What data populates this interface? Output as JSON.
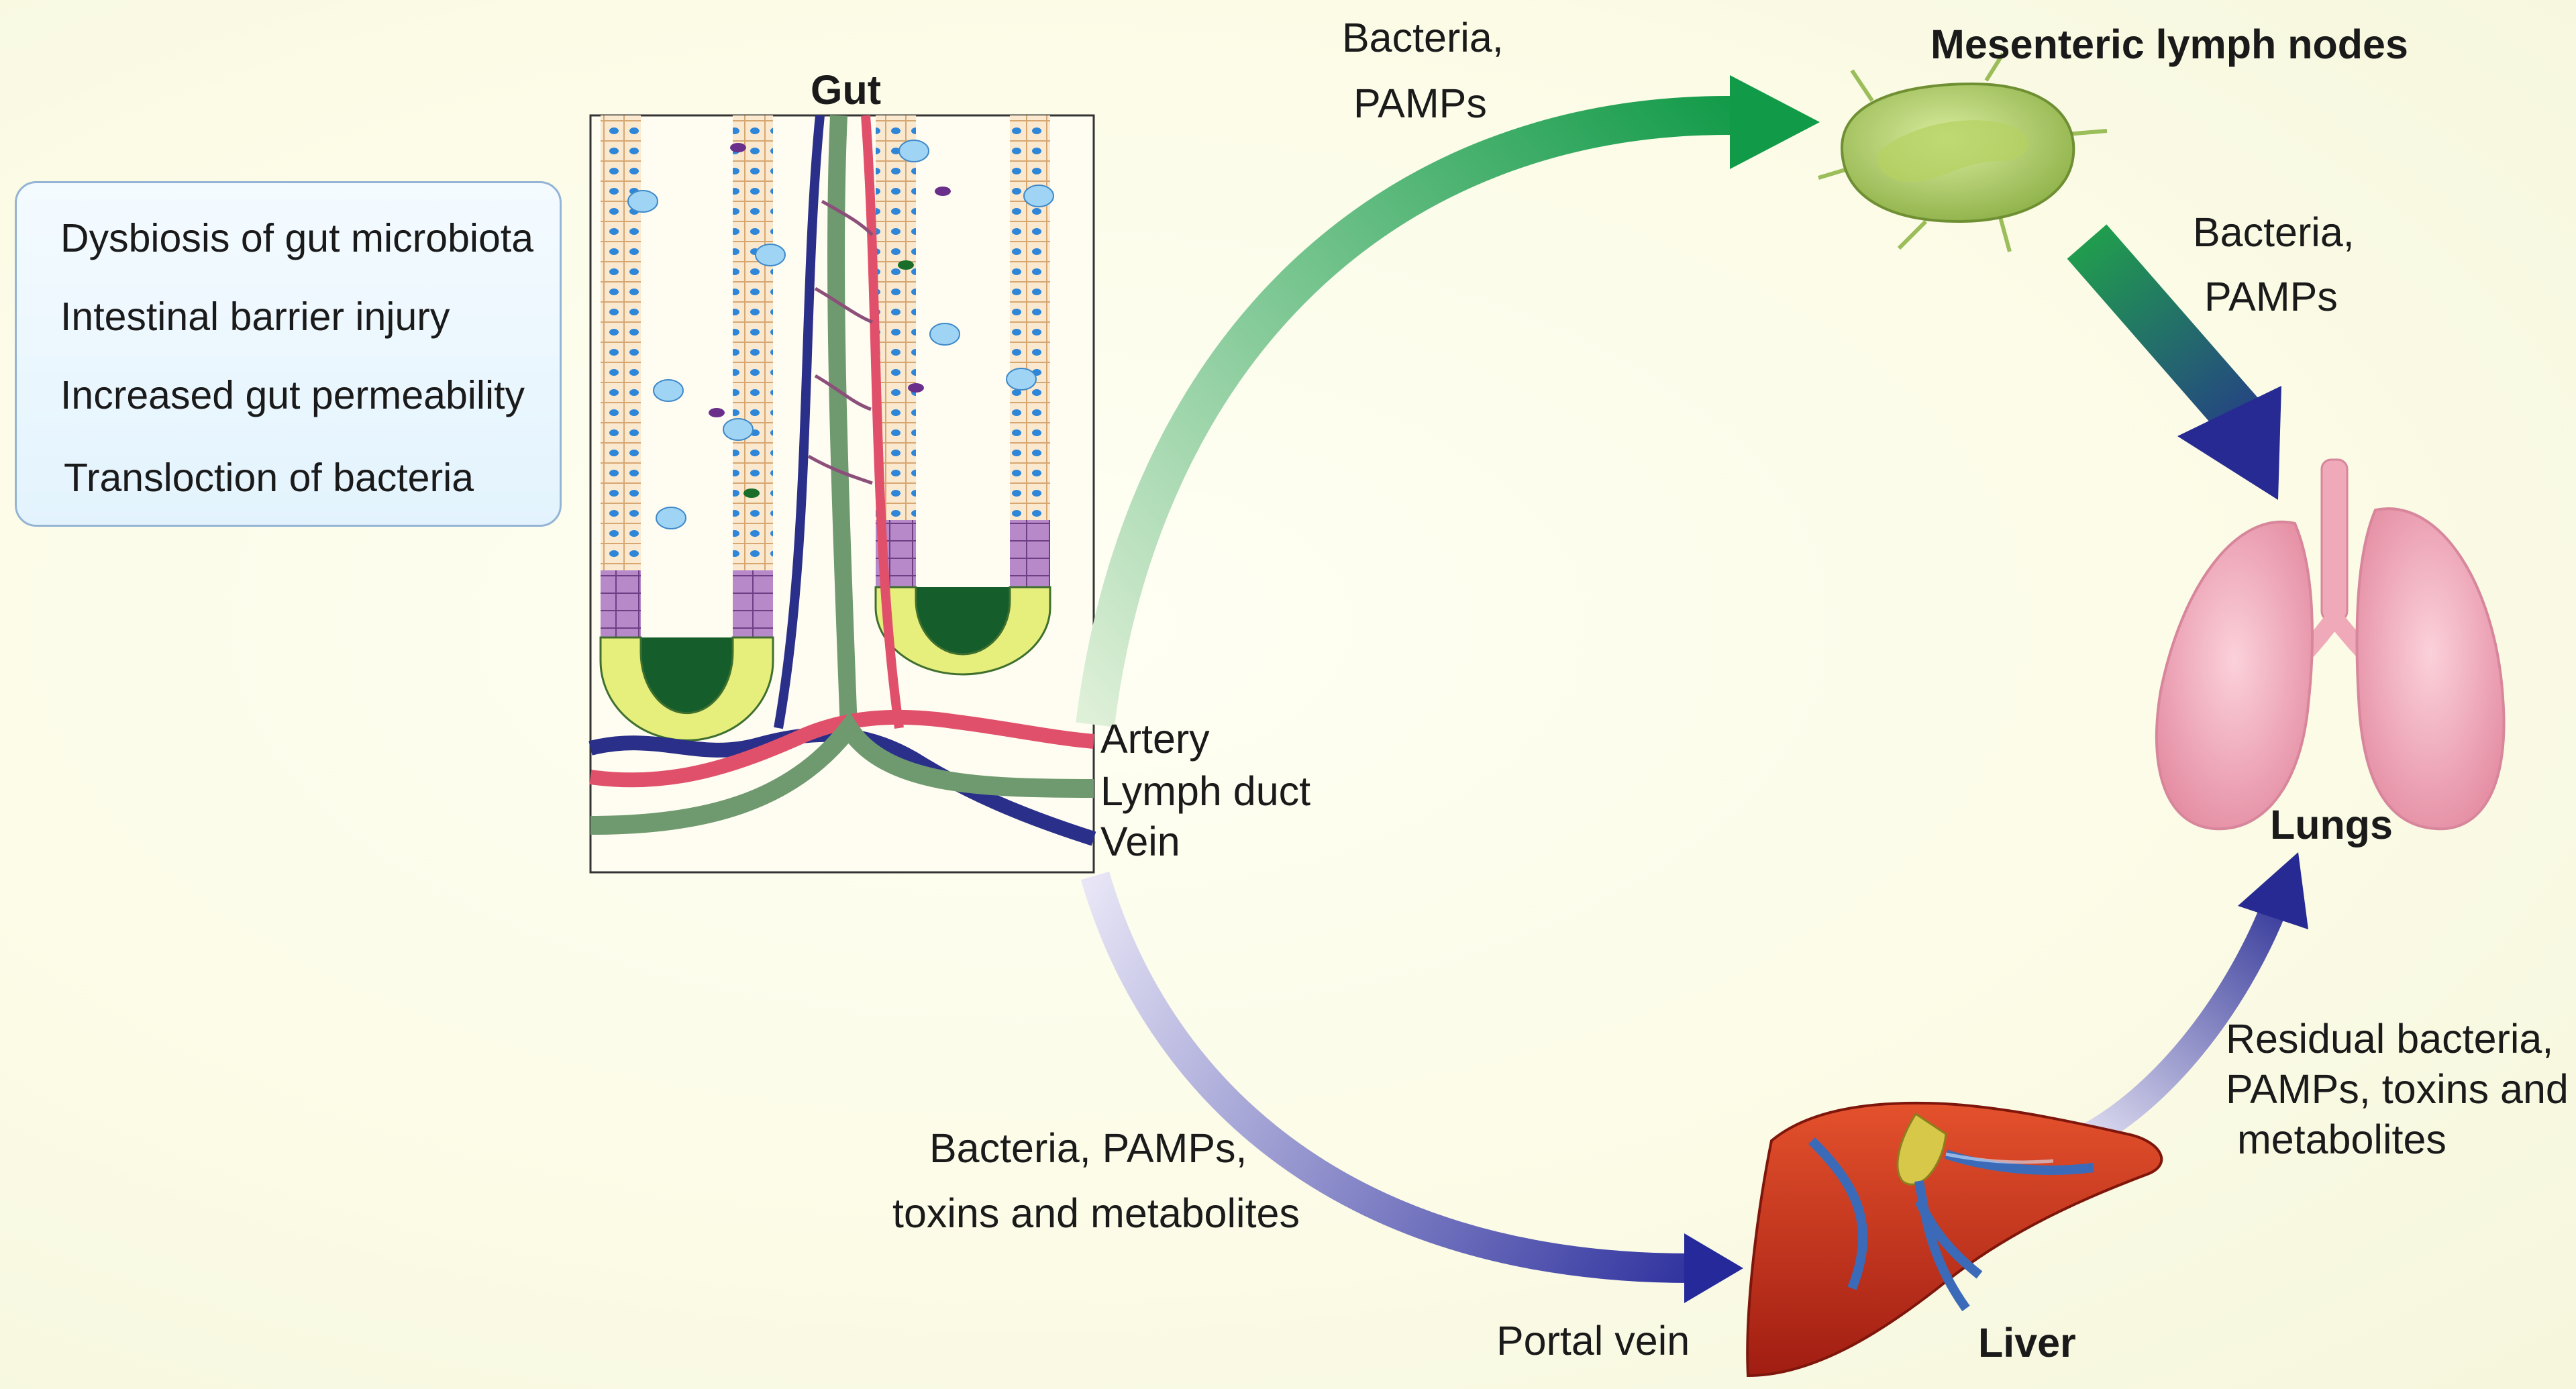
{
  "info_box": {
    "items": [
      "Dysbiosis of gut microbiota",
      "Intestinal barrier injury",
      "Increased gut permeability",
      "Transloction of bacteria"
    ]
  },
  "gut": {
    "title": "Gut",
    "vessel_labels": {
      "artery": "Artery",
      "lymph": "Lymph duct",
      "vein": "Vein"
    }
  },
  "organs": {
    "lymph_nodes": "Mesenteric lymph nodes",
    "lungs": "Lungs",
    "liver": "Liver"
  },
  "routes": {
    "gut_to_nodes_line1": "Bacteria,",
    "gut_to_nodes_line2": "PAMPs",
    "nodes_to_lungs_line1": "Bacteria,",
    "nodes_to_lungs_line2": "PAMPs",
    "gut_to_liver_line1": "Bacteria,  PAMPs,",
    "gut_to_liver_line2": "toxins and metabolites",
    "portal_vein": "Portal vein",
    "liver_to_lungs_line1": "Residual bacteria,",
    "liver_to_lungs_line2": "PAMPs, toxins and",
    "liver_to_lungs_line3": " metabolites"
  },
  "colors": {
    "artery": "#e0506a",
    "vein": "#2a2f8a",
    "lymph": "#6f9a6f",
    "green_arrow": "#1aa050",
    "blue_arrow": "#272c8f"
  }
}
